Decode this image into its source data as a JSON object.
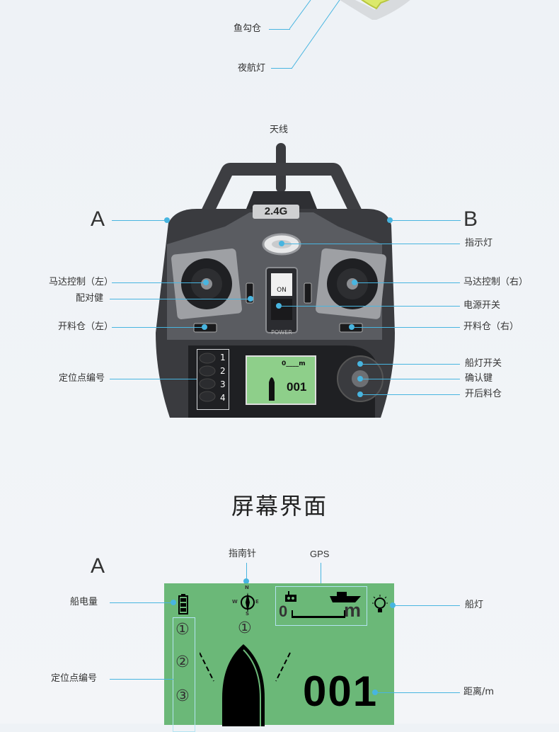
{
  "top_section": {
    "labels": {
      "hook_bay": "鱼勾仓",
      "night_light": "夜航灯"
    }
  },
  "remote": {
    "antenna_label": "天线",
    "badge": "2.4G",
    "switch_on": "ON",
    "switch_power": "POWER",
    "side_a": "A",
    "side_b": "B",
    "labels_left": {
      "motor_left": "马达控制（左）",
      "pair_key": "配对健",
      "open_bay_left": "开料仓（左）",
      "positioning_points": "定位点编号"
    },
    "labels_right": {
      "indicator": "指示灯",
      "motor_right": "马达控制（右）",
      "power_switch": "电源开关",
      "open_bay_right": "开料仓（右）",
      "boat_light_switch": "船灯开关",
      "confirm_key": "确认键",
      "open_rear_bay": "开后料仓"
    },
    "point_numbers": [
      "1",
      "2",
      "3",
      "4"
    ],
    "mini_screen": {
      "counter": "001",
      "scale_zero": "0",
      "scale_unit": "m"
    }
  },
  "screen_section": {
    "heading": "屏幕界面",
    "corner_letter": "A",
    "labels": {
      "compass": "指南针",
      "gps": "GPS",
      "battery": "船电量",
      "boat_light": "船灯",
      "positioning_points": "定位点编号",
      "distance": "距离/m"
    },
    "display": {
      "scale_zero": "0",
      "scale_unit": "m",
      "compass_n": "N",
      "compass_s": "S",
      "compass_w": "W",
      "compass_e": "E",
      "points": [
        "①",
        "②",
        "③"
      ],
      "boat_point": "①",
      "counter": "001"
    },
    "colors": {
      "lcd_green": "#6bb878",
      "leader_blue": "#48b5e0"
    }
  }
}
